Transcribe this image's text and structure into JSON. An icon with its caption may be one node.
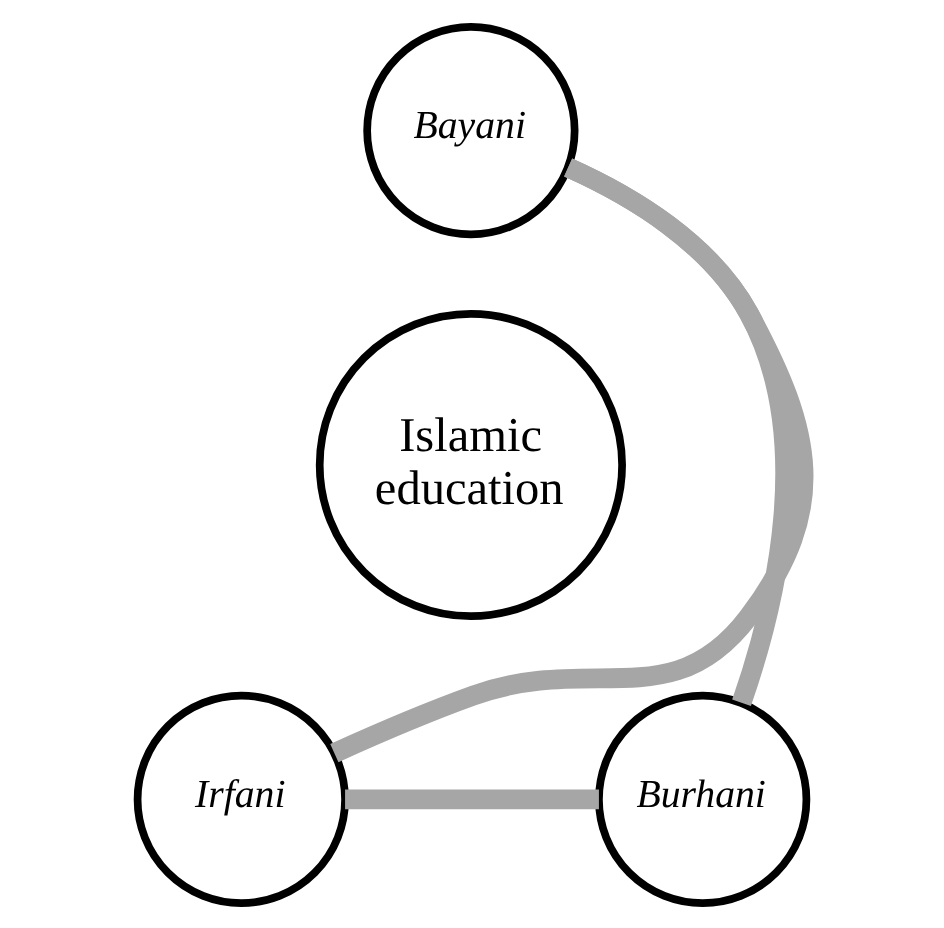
{
  "diagram": {
    "nodes": [
      {
        "text": [
          "Islamic education"
        ]
      },
      {
        "text": [
          "Bayani"
        ]
      },
      {
        "text": [
          "Irfani"
        ]
      },
      {
        "text": [
          "Burhani"
        ]
      }
    ],
    "edges": [
      {
        "from": 1,
        "to": 3,
        "arrow": "none"
      },
      {
        "from": 3,
        "to": 2,
        "arrow": "none"
      },
      {
        "from": 2,
        "to": 1,
        "arrow": "none"
      }
    ]
  }
}
